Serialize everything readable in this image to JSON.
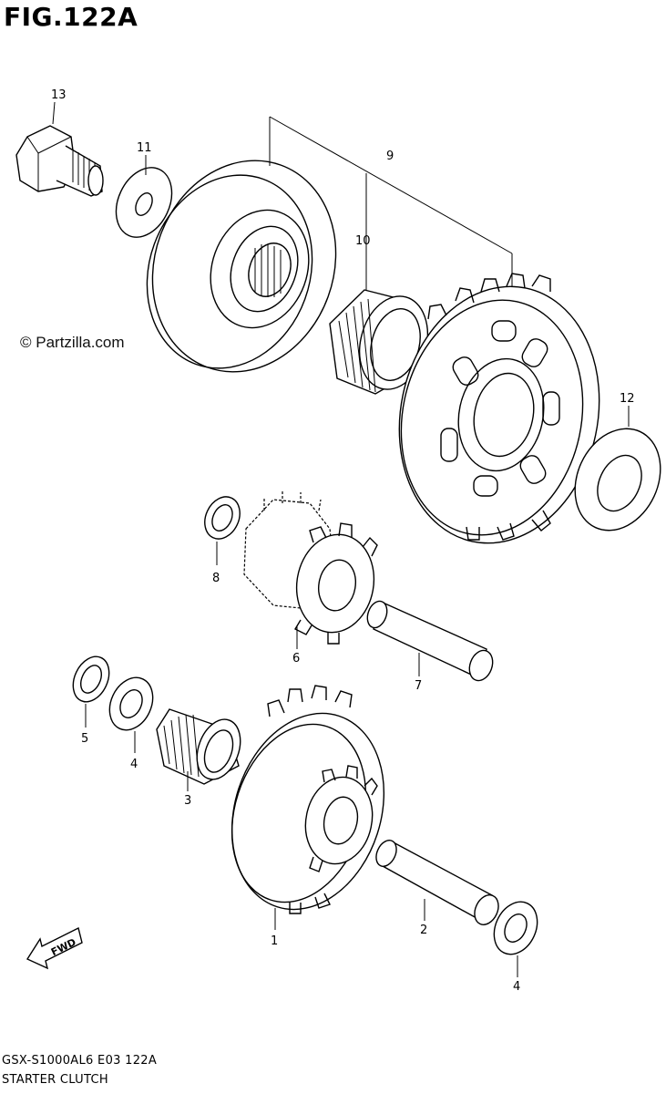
{
  "figure": {
    "title": "FIG.122A",
    "watermark": "© Partzilla.com",
    "caption_model": "GSX-S1000AL6  E03  122A",
    "caption_name": "STARTER CLUTCH",
    "fwd_label": "FWD"
  },
  "callouts": {
    "c1": "1",
    "c2": "2",
    "c3": "3",
    "c4a": "4",
    "c4b": "4",
    "c5": "5",
    "c6": "6",
    "c7": "7",
    "c8": "8",
    "c9": "9",
    "c10": "10",
    "c11": "11",
    "c12": "12",
    "c13": "13"
  }
}
